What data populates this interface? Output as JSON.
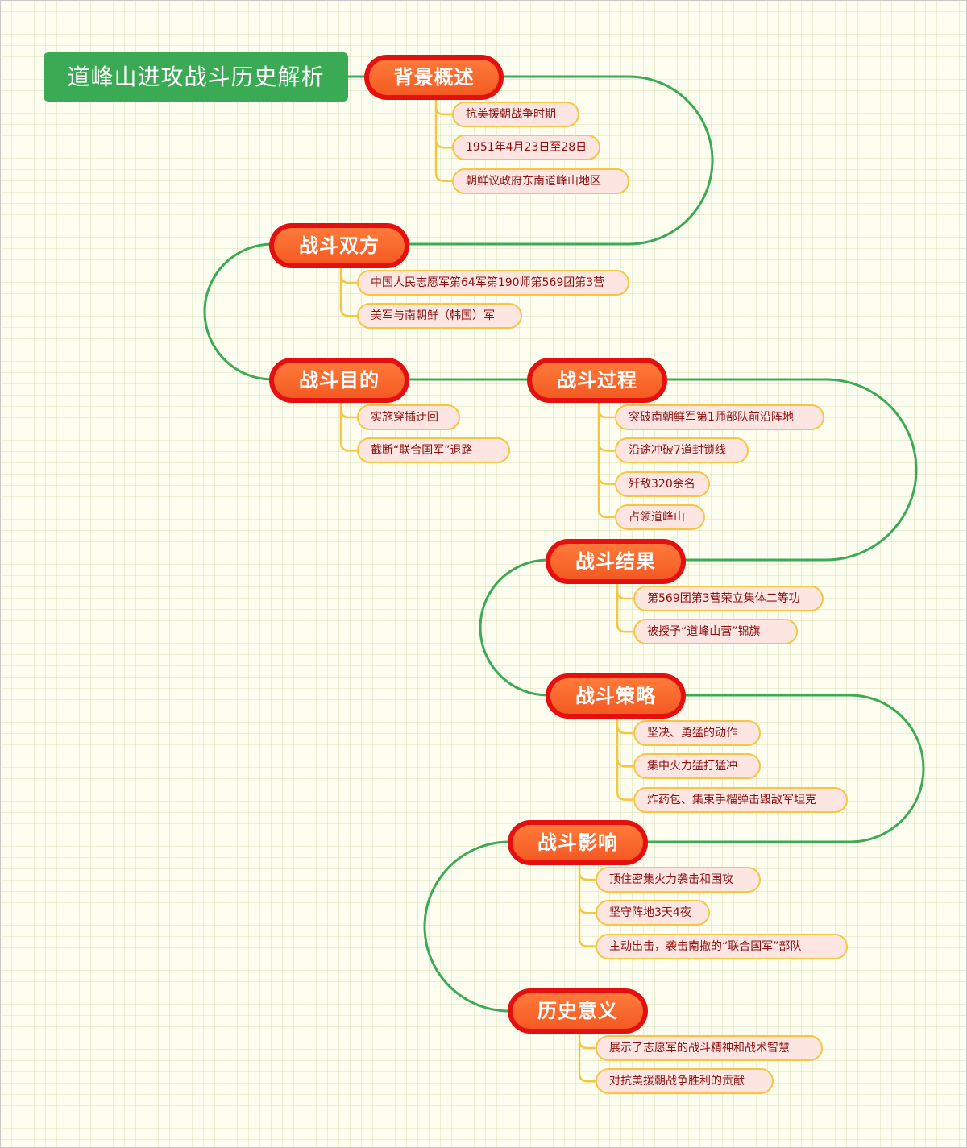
{
  "title": "道峰山进攻战斗历史解析",
  "colors": {
    "title_bg": "#3aaa55",
    "topic_border": "#e60f0f",
    "topic_fill": "#f45a23",
    "main_line": "#3aaa55",
    "branch_line": "#f6c642",
    "leaf_bg": "#fde6e2",
    "leaf_text": "#8b1010"
  },
  "topics": [
    {
      "label": "背景概述",
      "items": [
        "抗美援朝战争时期",
        "1951年4月23日至28日",
        "朝鲜议政府东南道峰山地区"
      ]
    },
    {
      "label": "战斗双方",
      "items": [
        "中国人民志愿军第64军第190师第569团第3营",
        "美军与南朝鲜（韩国）军"
      ]
    },
    {
      "label": "战斗目的",
      "items": [
        "实施穿插迂回",
        "截断“联合国军”退路"
      ]
    },
    {
      "label": "战斗过程",
      "items": [
        "突破南朝鲜军第1师部队前沿阵地",
        "沿途冲破7道封锁线",
        "歼敌320余名",
        "占领道峰山"
      ]
    },
    {
      "label": "战斗结果",
      "items": [
        "第569团第3营荣立集体二等功",
        "被授予“道峰山营”锦旗"
      ]
    },
    {
      "label": "战斗策略",
      "items": [
        "坚决、勇猛的动作",
        "集中火力猛打猛冲",
        "炸药包、集束手榴弹击毁敌军坦克"
      ]
    },
    {
      "label": "战斗影响",
      "items": [
        "顶住密集火力袭击和围攻",
        "坚守阵地3天4夜",
        "主动出击，袭击南撤的“联合国军”部队"
      ]
    },
    {
      "label": "历史意义",
      "items": [
        "展示了志愿军的战斗精神和战术智慧",
        "对抗美援朝战争胜利的贡献"
      ]
    }
  ]
}
